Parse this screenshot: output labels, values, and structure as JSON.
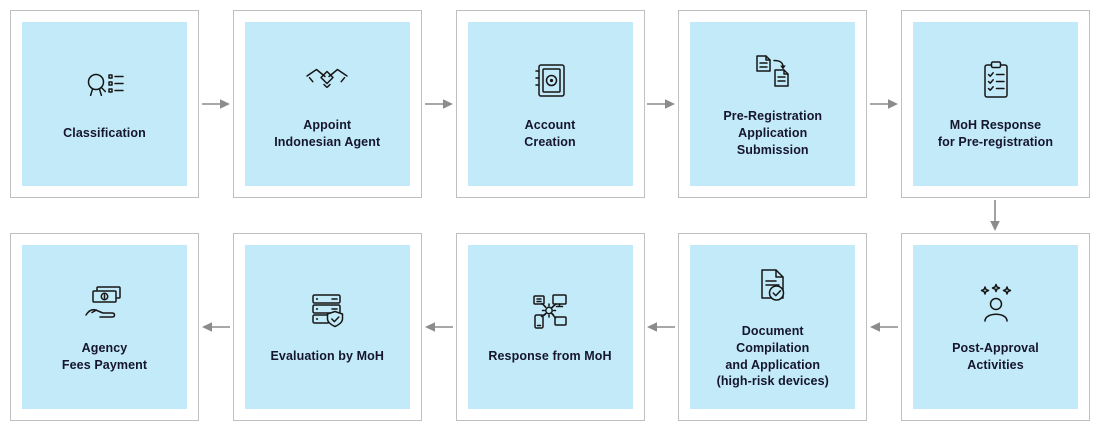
{
  "steps": [
    {
      "label": "Classification",
      "icon": "magnifier-checklist-icon"
    },
    {
      "label": "Appoint\nIndonesian Agent",
      "icon": "handshake-icon"
    },
    {
      "label": "Account\nCreation",
      "icon": "safe-account-icon"
    },
    {
      "label": "Pre-Registration\nApplication\nSubmission",
      "icon": "documents-transfer-icon"
    },
    {
      "label": "MoH Response\nfor Pre-registration",
      "icon": "clipboard-checklist-icon"
    },
    {
      "label": "Agency\nFees Payment",
      "icon": "money-hand-icon"
    },
    {
      "label": "Evaluation by MoH",
      "icon": "server-shield-icon"
    },
    {
      "label": "Response from MoH",
      "icon": "network-devices-icon"
    },
    {
      "label": "Document\nCompilation\nand Application\n(high-risk devices)",
      "icon": "document-check-icon"
    },
    {
      "label": "Post-Approval\nActivities",
      "icon": "person-stars-icon"
    }
  ],
  "colors": {
    "card_fill": "#C3EAF8",
    "card_border": "#BFBFBF",
    "text": "#15152E",
    "arrow": "#8C8C8C"
  }
}
